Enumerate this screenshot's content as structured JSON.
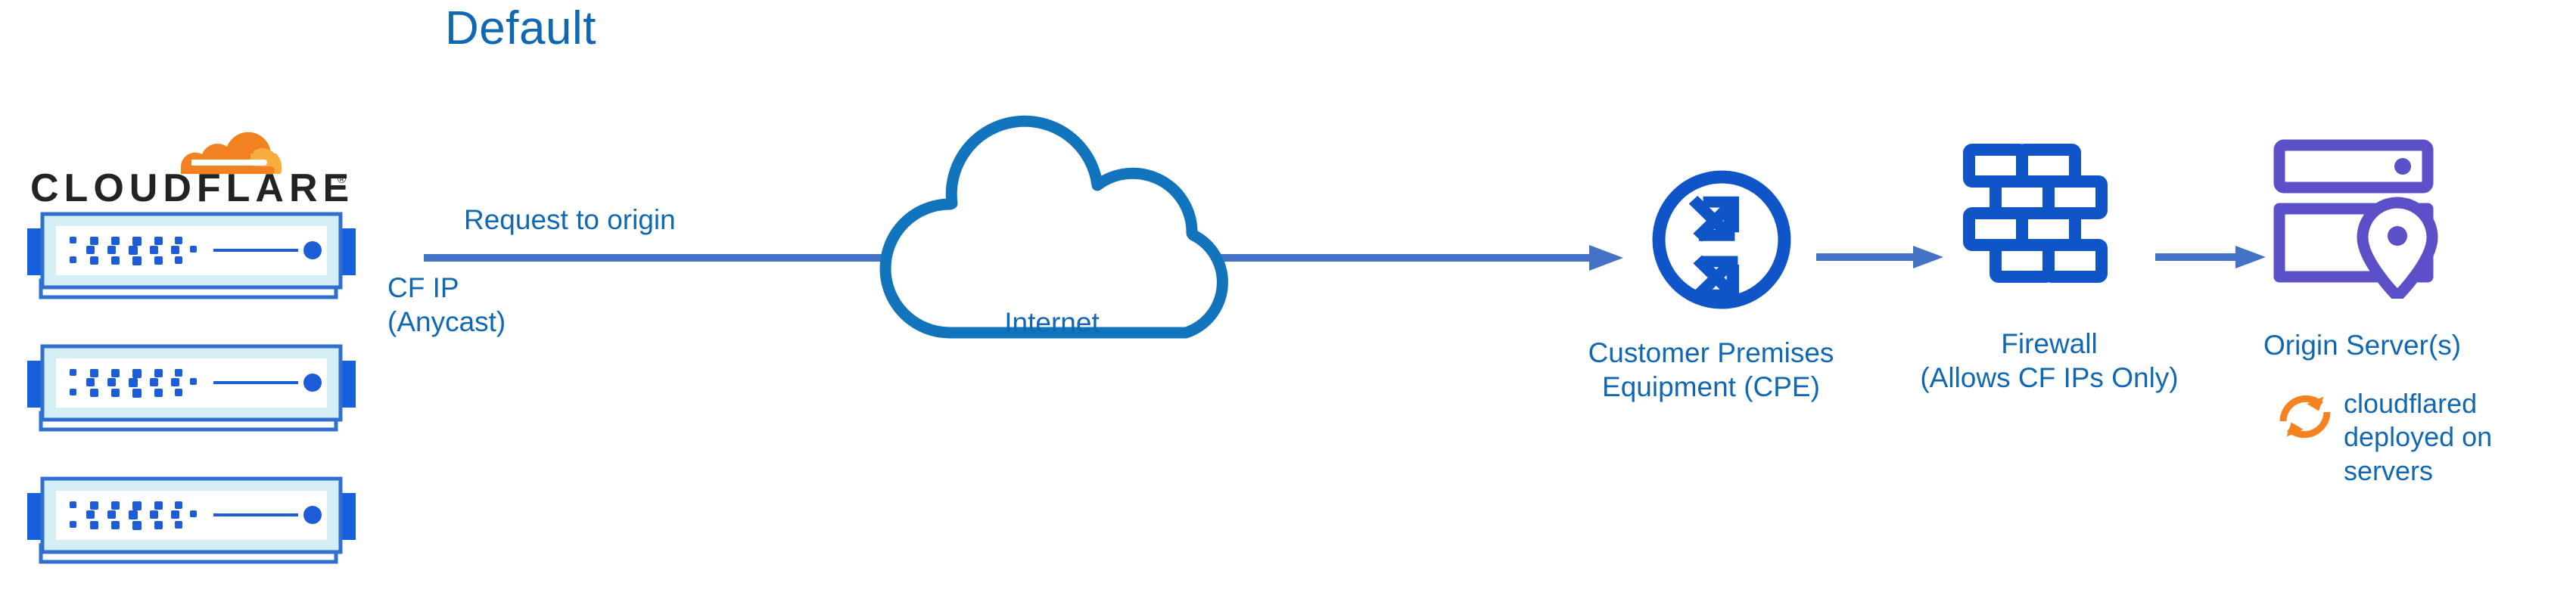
{
  "title": "Default",
  "colors": {
    "title_blue": "#1068B3",
    "label_blue": "#1068B3",
    "icon_blue": "#1055C8",
    "cloud_outline_blue": "#1274BC",
    "arrow_blue": "#4472C4",
    "device_frame_blue": "#2F6FD0",
    "device_inner_cyan": "#D4EEF5",
    "device_tab_blue": "#1660DE",
    "origin_purple": "#5B50C8",
    "cloudflare_orange_dark": "#F48120",
    "cloudflare_orange_light": "#FAAD3F",
    "wordmark_black": "#232324"
  },
  "logo": {
    "name": "cloudflare-logo",
    "wordmark": "CLOUDFLARE",
    "trademark": "®"
  },
  "edge_devices": {
    "count": 3,
    "icon_name": "network-device-icon",
    "items": [
      {
        "id": "edge-device-1"
      },
      {
        "id": "edge-device-2"
      },
      {
        "id": "edge-device-3"
      }
    ]
  },
  "flow": {
    "request_label": "Request to origin",
    "cf_ip_label": "CF IP\n(Anycast)"
  },
  "nodes": {
    "internet": {
      "label": "Internet",
      "icon_name": "cloud-icon"
    },
    "cpe": {
      "label": "Customer Premises\nEquipment (CPE)",
      "icon_name": "router-icon"
    },
    "firewall": {
      "label": "Firewall\n(Allows CF IPs Only)",
      "icon_name": "brick-wall-icon"
    },
    "origin": {
      "label": "Origin Server(s)",
      "icon_name": "origin-server-icon"
    }
  },
  "annotation": {
    "cloudflared": {
      "label": "cloudflared\ndeployed on\nservers",
      "icon_name": "sync-refresh-icon"
    }
  }
}
